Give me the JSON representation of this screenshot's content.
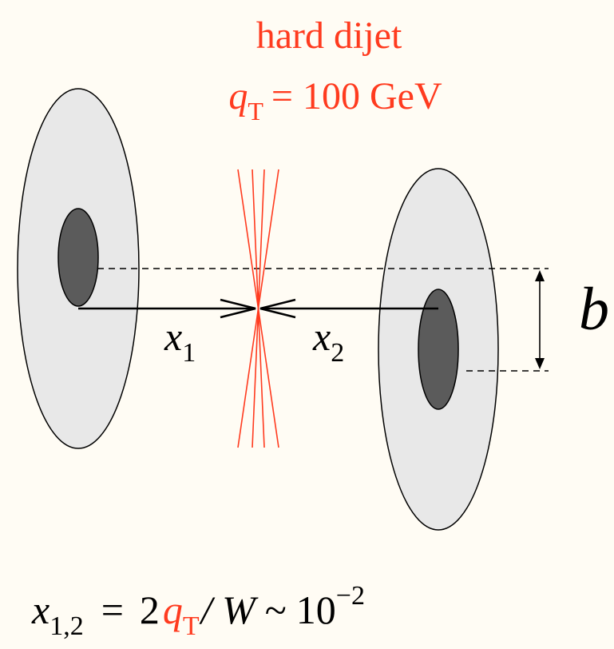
{
  "colors": {
    "background": "#fffcf4",
    "hard_process": "#ff3b1f",
    "proton_outer": "#e8e8e8",
    "proton_core": "#5b5b5b",
    "outline": "#000000"
  },
  "hard_process": {
    "line1": "hard dijet",
    "qt_symbol": "q",
    "qt_subscript": "T",
    "qt_value": "= 100 GeV"
  },
  "labels": {
    "x1": "x",
    "x1_sub": "1",
    "x2": "x",
    "x2_sub": "2",
    "b": "b"
  },
  "formula": {
    "lhs_var": "x",
    "lhs_sub": "1,2",
    "eq": "=",
    "coef": "2",
    "q": "q",
    "q_sub": "T",
    "slash_w": "/ W",
    "tilde": "~",
    "base": "10",
    "exponent": "−2"
  }
}
